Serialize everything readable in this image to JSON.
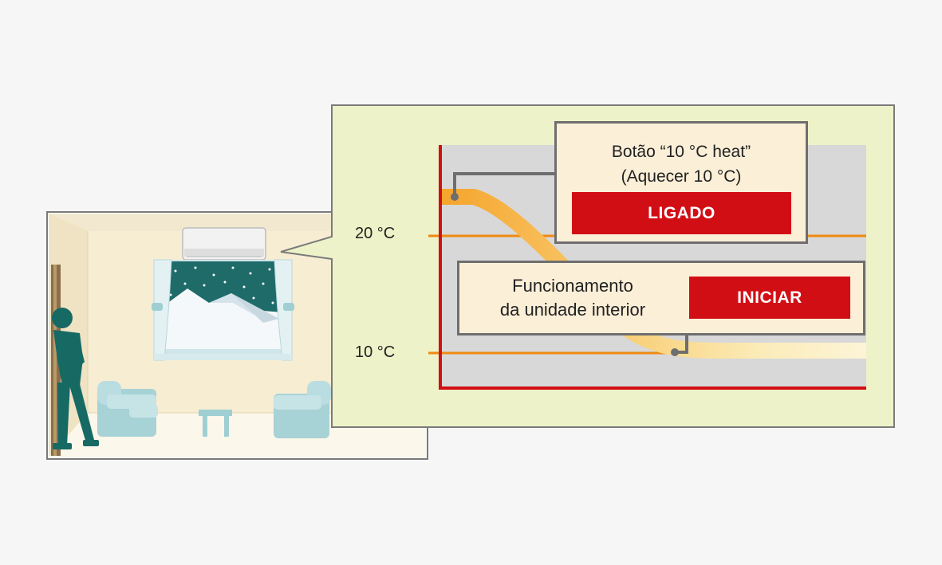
{
  "heat_button": {
    "line1": "Botão “10 °C heat”",
    "line2": "(Aquecer 10 °C)",
    "state": "LIGADO"
  },
  "indoor_unit": {
    "line1": "Funcionamento",
    "line2": "da unidade interior",
    "state": "INICIAR"
  },
  "axis": {
    "label_high": "20 °C",
    "label_low": "10 °C"
  },
  "colors": {
    "accent_red": "#d20e15",
    "temp_line_orange": "#f08a12",
    "panel_green": "#eef2c8",
    "callout_cream": "#fcefd8",
    "room_teal": "#1a6e69"
  }
}
